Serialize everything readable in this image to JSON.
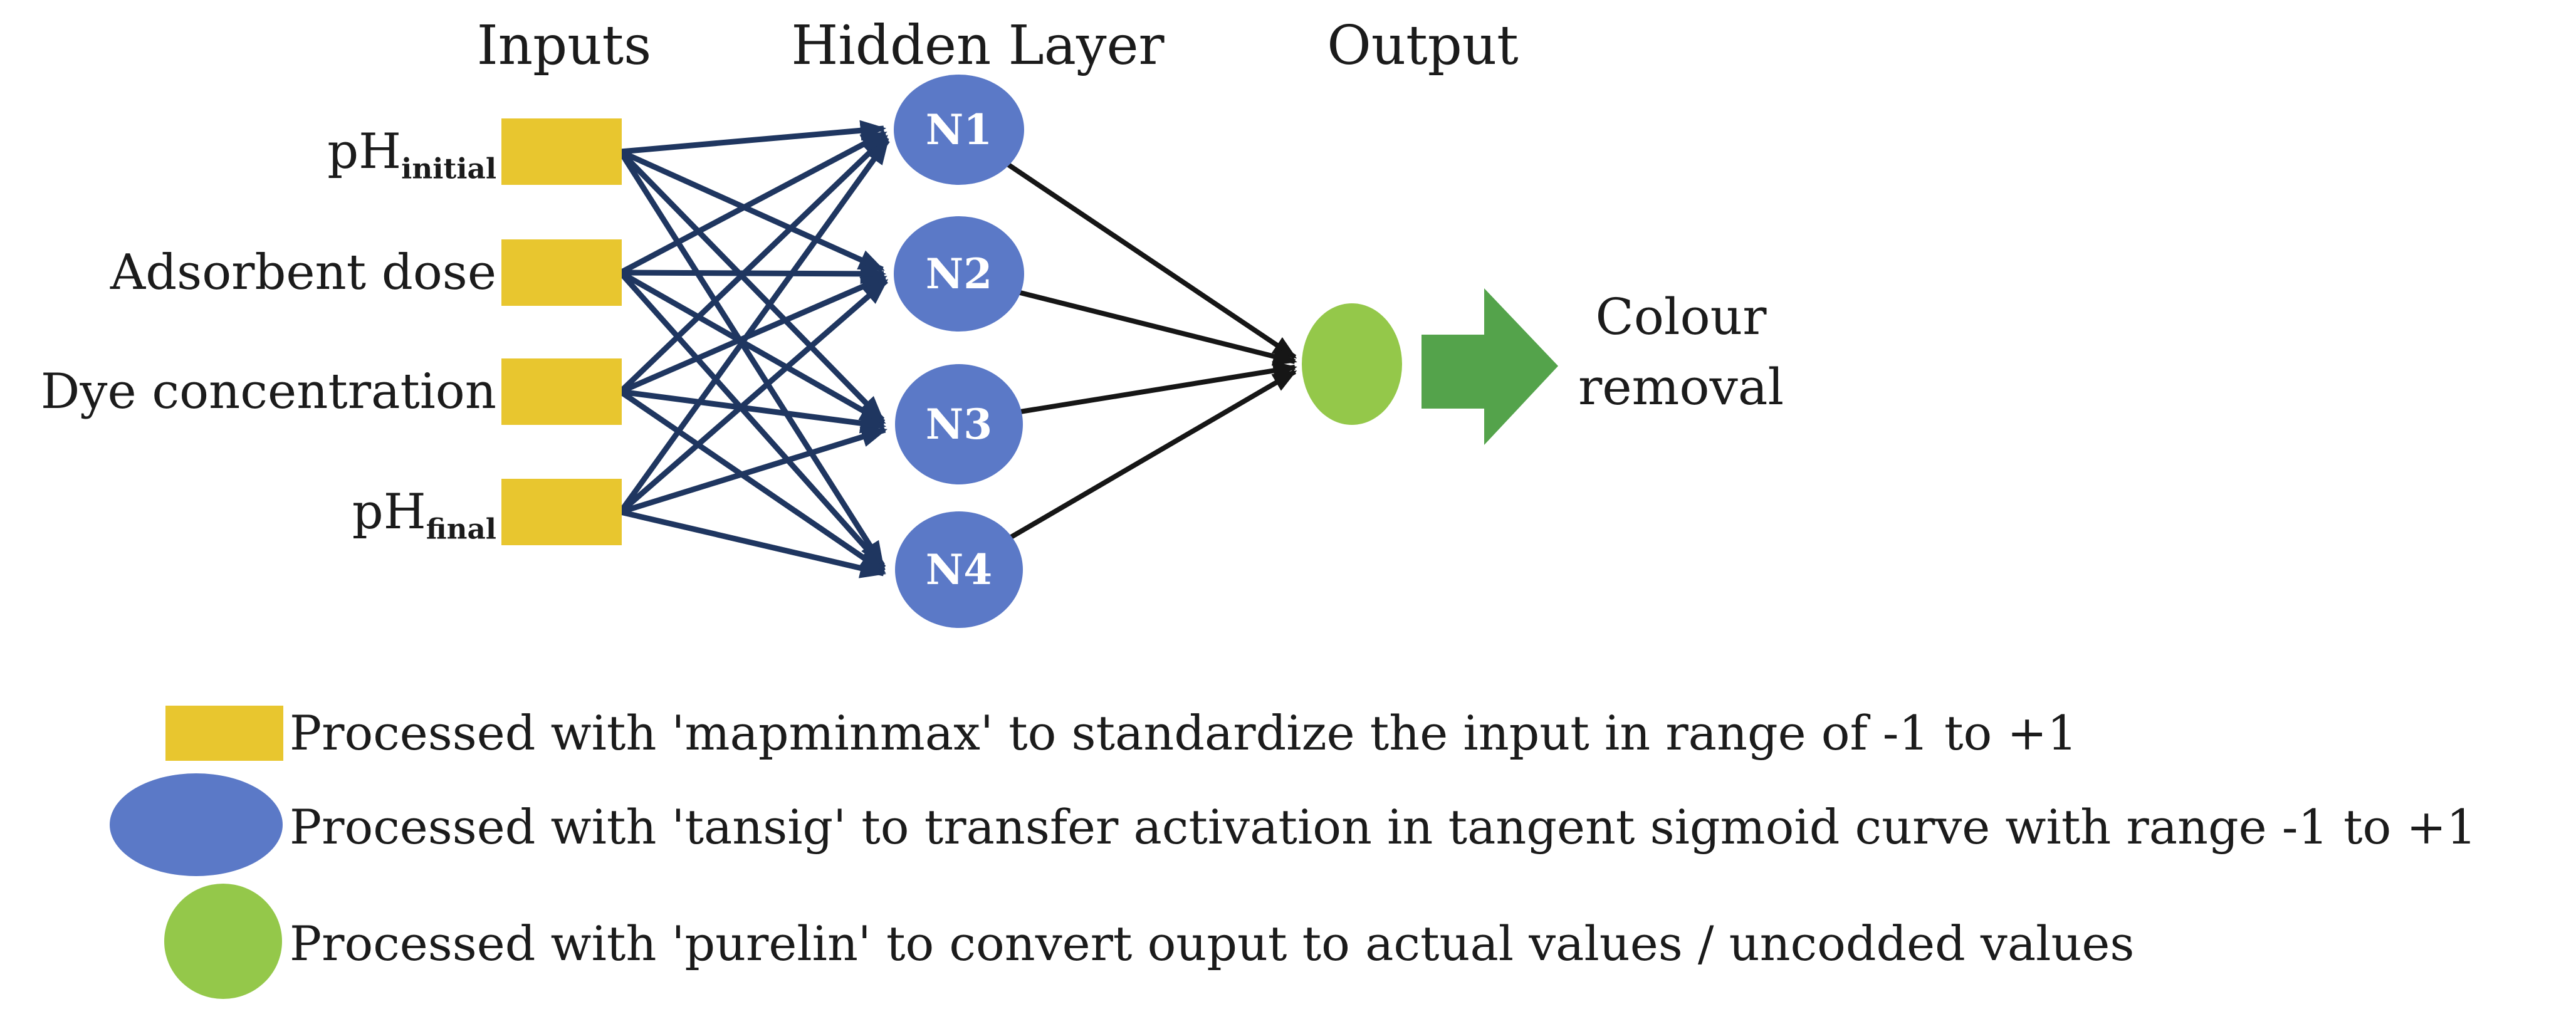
{
  "diagram": {
    "inputs_header": "Inputs",
    "hidden_header": "Hidden Layer",
    "output_header": "Output",
    "input_nodes": [
      {
        "main": "pH",
        "sub": "initial"
      },
      {
        "main": "Adsorbent dose",
        "sub": ""
      },
      {
        "main": "Dye concentration",
        "sub": ""
      },
      {
        "main": "pH",
        "sub": "final"
      }
    ],
    "hidden_nodes": [
      {
        "label": "N1"
      },
      {
        "label": "N2"
      },
      {
        "label": "N3"
      },
      {
        "label": "N4"
      }
    ],
    "output": {
      "line1": "Colour",
      "line2": "removal"
    }
  },
  "legend": {
    "items": [
      {
        "icon": "yellow-input-swatch",
        "text": "Processed with 'mapminmax' to standardize the input in range of -1 to +1"
      },
      {
        "icon": "blue-neuron-swatch",
        "text": "Processed with 'tansig' to transfer activation in tangent sigmoid curve with range -1 to +1"
      },
      {
        "icon": "green-output-swatch",
        "text": "Processed with 'purelin' to convert ouput to actual values / uncodded values"
      }
    ]
  },
  "colors": {
    "input_box": "#e8c62f",
    "hidden_node": "#5b79c7",
    "output_node": "#94c84a",
    "output_arrow": "#54a34b",
    "connection_input_hidden": "#1f3660",
    "connection_hidden_output": "#161616",
    "text": "#1b1b1b"
  }
}
